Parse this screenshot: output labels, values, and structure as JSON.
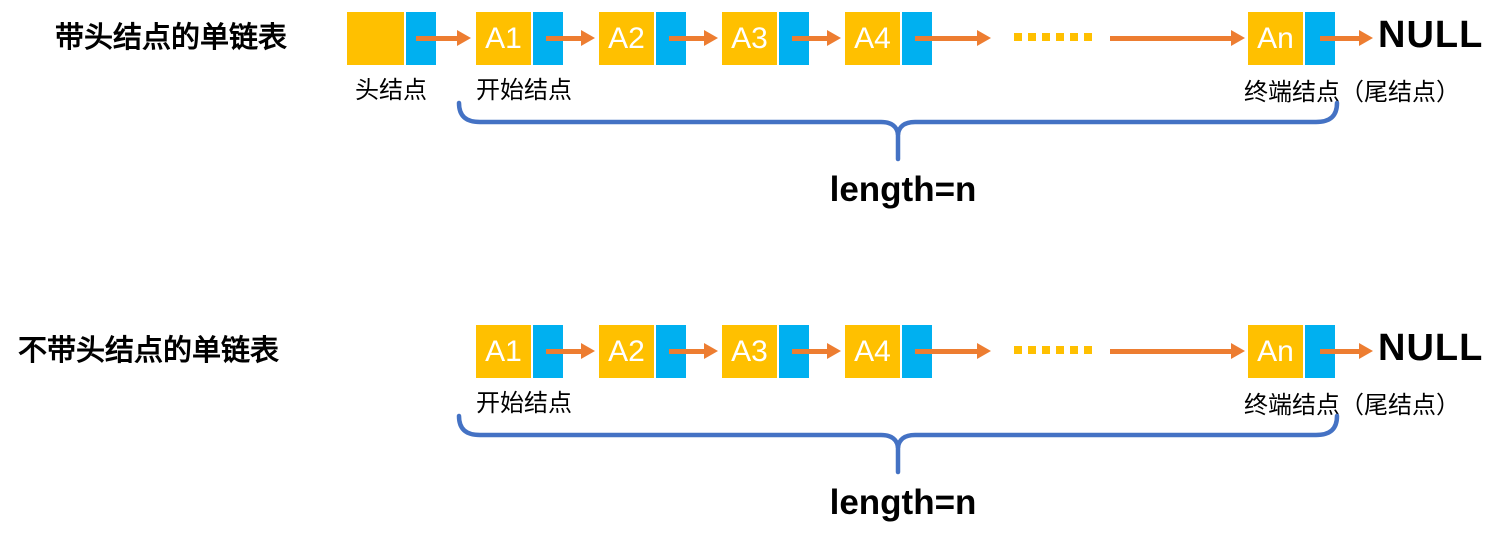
{
  "colors": {
    "data_cell": "#FFC000",
    "pointer_cell": "#00B0F0",
    "arrow": "#ED7D31",
    "brace": "#4472C4",
    "label_text": "#000000",
    "node_text": "#FFFFFF"
  },
  "list_with_head": {
    "title": "带头结点的单链表",
    "head_caption": "头结点",
    "first_caption": "开始结点",
    "last_caption": "终端结点（尾结点）",
    "nodes": [
      "A1",
      "A2",
      "A3",
      "A4"
    ],
    "last_node": "An",
    "ellipsis_dot_count": 6,
    "null_label": "NULL",
    "length_label": "length=n"
  },
  "list_without_head": {
    "title": "不带头结点的单链表",
    "first_caption": "开始结点",
    "last_caption": "终端结点（尾结点）",
    "nodes": [
      "A1",
      "A2",
      "A3",
      "A4"
    ],
    "last_node": "An",
    "ellipsis_dot_count": 6,
    "null_label": "NULL",
    "length_label": "length=n"
  }
}
